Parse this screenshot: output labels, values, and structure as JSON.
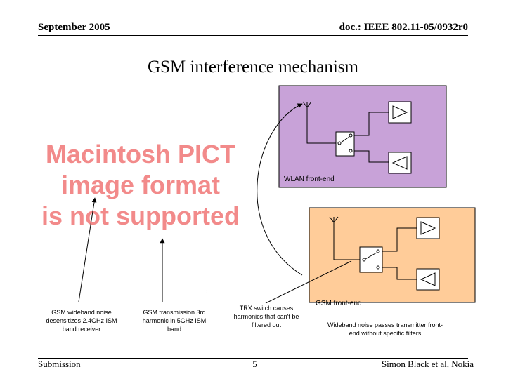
{
  "header": {
    "date": "September 2005",
    "doc_id": "doc.: IEEE 802.11-05/0932r0"
  },
  "title": "GSM interference mechanism",
  "placeholder": {
    "lines": [
      "Macintosh PICT",
      "image format",
      "is not supported"
    ]
  },
  "diagram": {
    "wlan_label": "WLAN front-end",
    "gsm_label": "GSM front-end",
    "stray_mark": ",",
    "colors": {
      "wlan_block": "#c8a2d8",
      "gsm_block": "#ffcc99",
      "placeholder_text": "#f28a8a"
    }
  },
  "annotations": {
    "gsm_noise": "GSM wideband noise desensitizes 2.4GHz ISM band receiver",
    "gsm_harmonic": "GSM transmission 3rd harmonic in 5GHz ISM band",
    "trx_switch": "TRX switch causes harmonics that can't be filtered out",
    "wideband_noise": "Wideband noise passes transmitter front-end without specific filters"
  },
  "footer": {
    "left": "Submission",
    "page": "5",
    "right": "Simon Black et al, Nokia"
  }
}
